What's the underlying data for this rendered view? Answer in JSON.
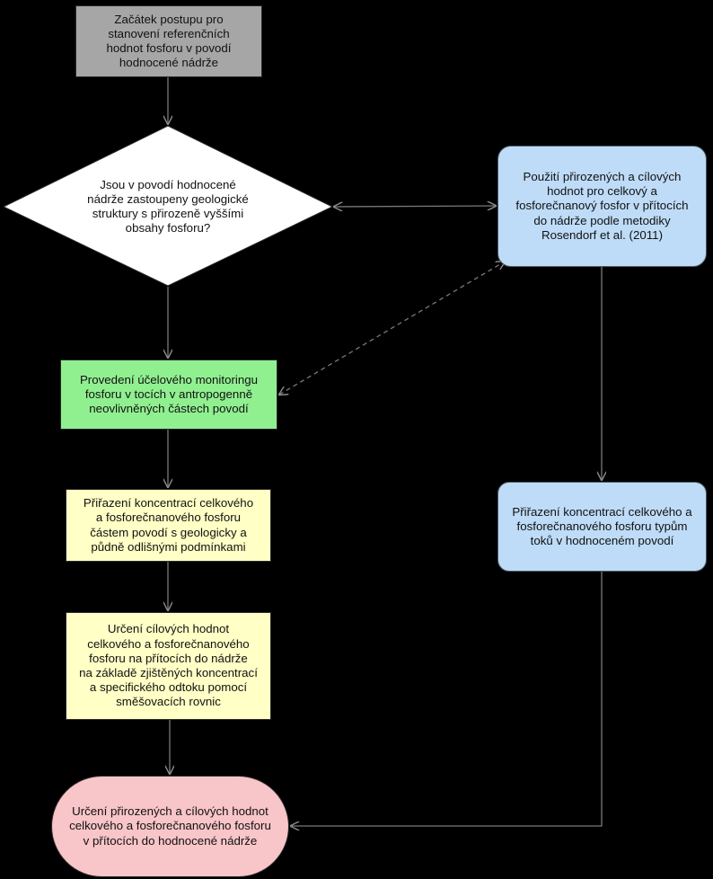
{
  "nodes": {
    "start": "Začátek postupu pro\nstanovení referenčních\nhodnot fosforu v povodí\nhodnocené nádrže",
    "question": "Jsou v povodí hodnocené\nnádrže zastoupeny geologické\nstruktury s přirozeně vyššími\nobsahy fosforu?",
    "natural_values": "Použití přirozených a cílových\nhodnot pro celkový a\nfosforečnanový fosfor v přítocích\ndo nádrže podle metodiky\nRosendorf et al. (2011)",
    "monitoring": "Provedení účelového monitoringu\nfosforu v tocích v antropogenně\nneovlivněných částech povodí",
    "assign_left": "Přiřazení koncentrací celkového\na fosforečnanového fosforu\nčástem povodí s geologicky a\npůdně odlišnými podmínkami",
    "determine": "Určení cílových hodnot\ncelkového a fosforečnanového\nfosforu na přítocích do nádrže\nna základě zjištěných koncentrací\na specifického odtoku pomocí\nsměšovacích rovnic",
    "assign_right": "Přiřazení koncentrací celkového a\nfosforečnanového fosforu typům\ntoků v hodnoceném povodí",
    "end": "Určení přirozených a cílových hodnot\ncelkového a fosforečnanového fosforu\nv přítocích do hodnocené nádrže"
  },
  "colors": {
    "background": "#000000",
    "start": "#a6a6a6",
    "question": "#ffffff",
    "blue": "#bedcf7",
    "green": "#90f090",
    "yellow": "#ffffc6",
    "pink": "#f8c5c8",
    "connector": "#7a7a7a"
  }
}
